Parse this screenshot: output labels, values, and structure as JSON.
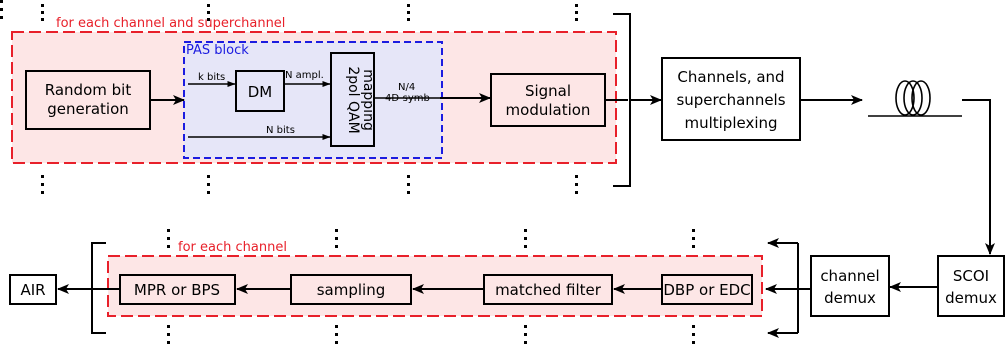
{
  "top_group": {
    "label": "for each channel and superchannel",
    "pas_block": {
      "label": "PAS block",
      "dm": "DM",
      "k_bits": "k bits",
      "n_ampl": "N ampl.",
      "n_bits": "N bits",
      "qam_line1": "2pol QAM",
      "qam_line2": "mapping",
      "n4": "N/4",
      "symb": "4D-symb"
    },
    "random_bits_line1": "Random bit",
    "random_bits_line2": "generation",
    "signal_mod_line1": "Signal",
    "signal_mod_line2": "modulation"
  },
  "multiplexing": {
    "line1": "Channels, and",
    "line2": "superchannels",
    "line3": "multiplexing"
  },
  "fiber": {
    "icon": "fiber-coil-icon"
  },
  "scoi": {
    "line1": "SCOI",
    "line2": "demux"
  },
  "channel_demux": {
    "line1": "channel",
    "line2": "demux"
  },
  "bottom_group": {
    "label": "for each channel",
    "dbp": "DBP or EDC",
    "matched_filter": "matched filter",
    "sampling": "sampling",
    "mpr": "MPR or BPS"
  },
  "air": "AIR",
  "colors": {
    "red_dash": "#e8202a",
    "red_fill": "#fde6e6",
    "blue_dash": "#1c1ce0",
    "blue_fill": "#e6e6f8",
    "ink": "#000000"
  }
}
